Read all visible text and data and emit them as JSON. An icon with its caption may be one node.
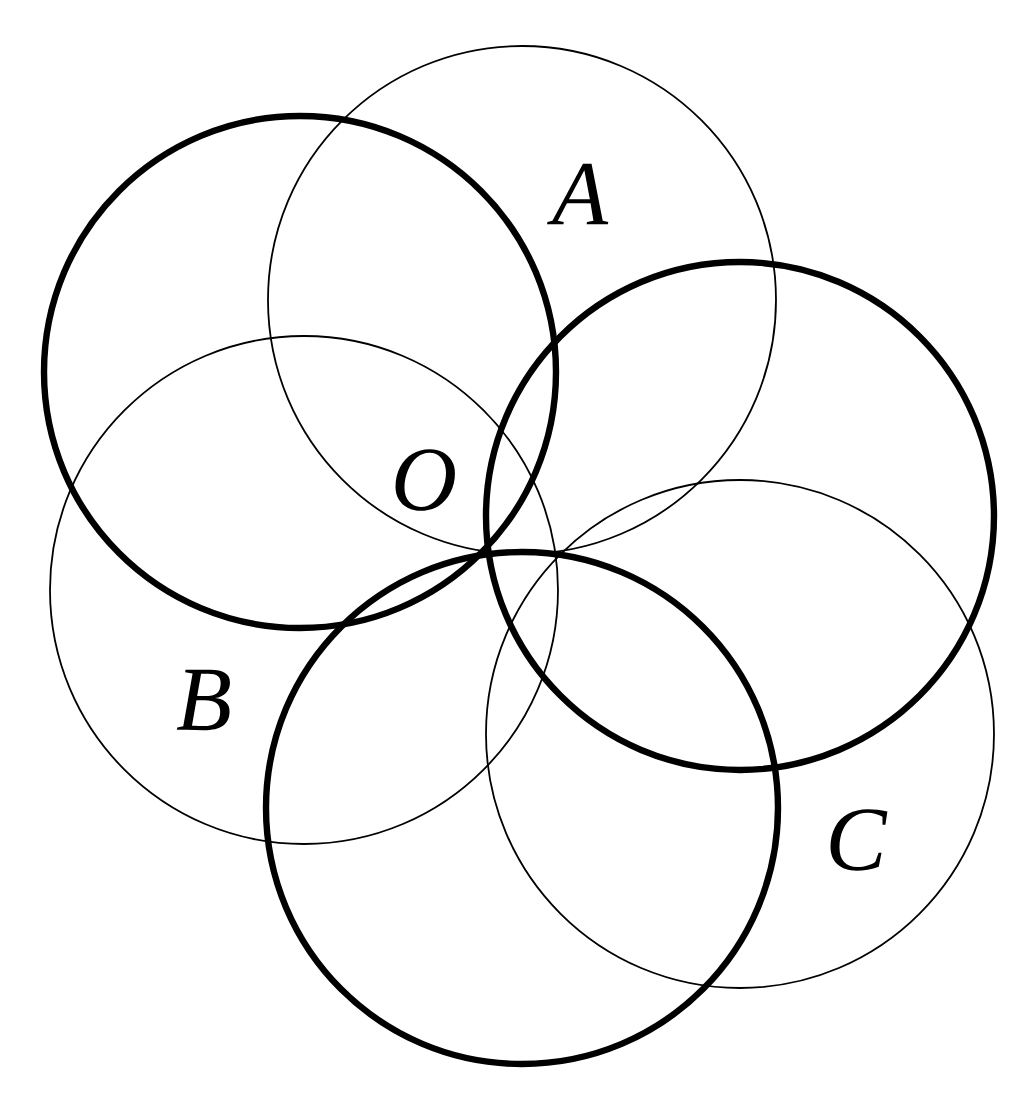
{
  "diagram": {
    "labels": [
      "A",
      "O",
      "B",
      "C"
    ]
  }
}
